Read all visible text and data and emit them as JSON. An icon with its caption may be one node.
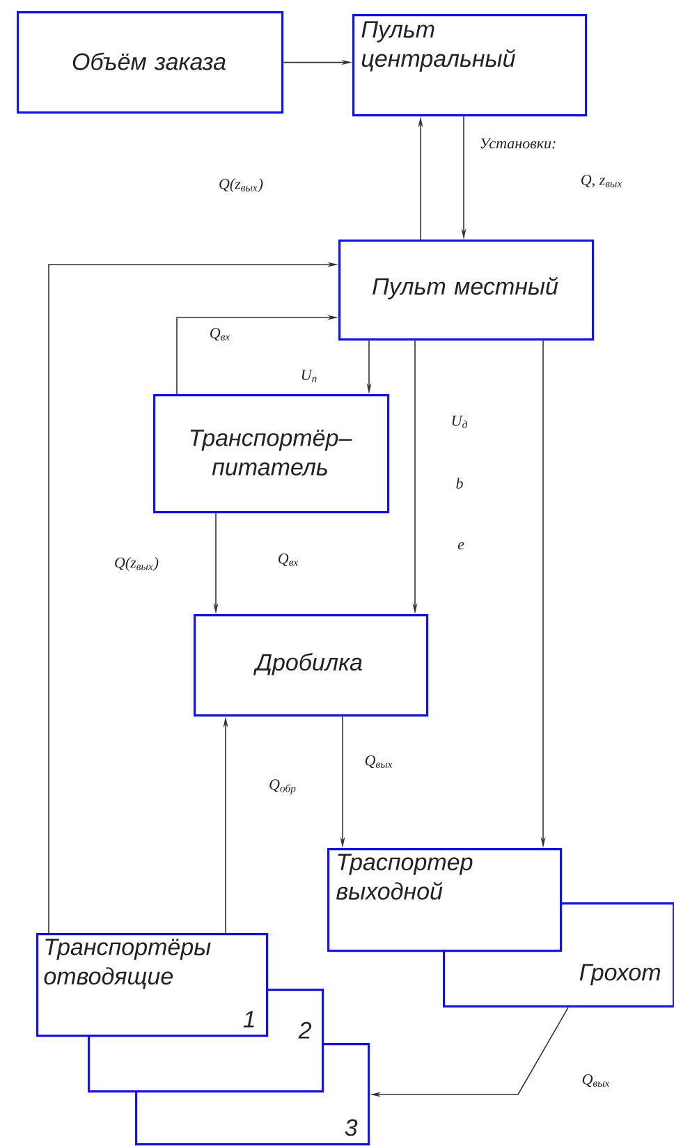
{
  "diagram": {
    "nodes": [
      {
        "text": [
          "Объём заказа"
        ]
      },
      {
        "text": [
          "Пульт центральный"
        ]
      },
      {
        "text": [
          "Пульт местный"
        ]
      },
      {
        "text": [
          "Транспортёр– питатель"
        ]
      },
      {
        "text": [
          "Дробилка"
        ]
      },
      {
        "text": [
          "Траспортер выходной"
        ]
      },
      {
        "text": [
          "Грохот"
        ]
      },
      {
        "text": [
          "Транспортёры отводящие",
          "1"
        ]
      },
      {
        "text": [
          "2"
        ]
      },
      {
        "text": [
          "3"
        ]
      }
    ],
    "edges": [
      {
        "from": 0,
        "to": 1,
        "arrow": "to"
      },
      {
        "from": 2,
        "to": 1,
        "arrow": "to"
      },
      {
        "from": 1,
        "to": 2,
        "arrow": "to"
      },
      {
        "from": 7,
        "to": 2,
        "arrow": "to"
      },
      {
        "from": 3,
        "to": 2,
        "arrow": "to",
        "label": "Q$_{вх}$"
      },
      {
        "from": 2,
        "to": 3,
        "arrow": "to",
        "label": "U$_{п}$"
      },
      {
        "from": 2,
        "to": 4,
        "arrow": "to"
      },
      {
        "from": 3,
        "to": 4,
        "arrow": "to",
        "label": "Q$_{вх}$"
      },
      {
        "from": 2,
        "to": 5,
        "arrow": "to"
      },
      {
        "from": 4,
        "to": 5,
        "arrow": "to",
        "label": "Q$_{вых}$"
      },
      {
        "from": 7,
        "to": 4,
        "arrow": "to",
        "label": "Q$_{обр}$"
      },
      {
        "from": 6,
        "to": 9,
        "arrow": "to",
        "label": "Q$_{вых}$"
      }
    ],
    "labels": [
      "Установки:",
      "Q, z$_{вых}$",
      "Q(z$_{вых}$)",
      "U$_{д}$",
      "b",
      "e",
      "Q(z$_{вых}$)"
    ]
  }
}
